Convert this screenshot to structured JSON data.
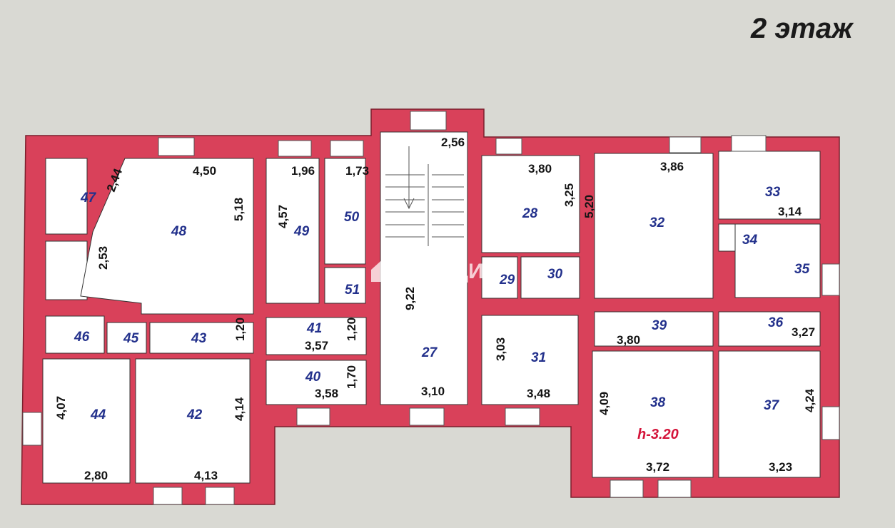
{
  "floor_label": "2 этаж",
  "watermark": "ВЛАДИС",
  "ceiling_height": "h-3.20",
  "colors": {
    "wall": "#d9415a",
    "room": "#ffffff",
    "background": "#d9d9d3",
    "room_number": "#23318c",
    "height_label": "#d4143a"
  },
  "rooms": [
    {
      "number": "27"
    },
    {
      "number": "28"
    },
    {
      "number": "29"
    },
    {
      "number": "30"
    },
    {
      "number": "31"
    },
    {
      "number": "32"
    },
    {
      "number": "33"
    },
    {
      "number": "34"
    },
    {
      "number": "35"
    },
    {
      "number": "36"
    },
    {
      "number": "37"
    },
    {
      "number": "38"
    },
    {
      "number": "39"
    },
    {
      "number": "40"
    },
    {
      "number": "41"
    },
    {
      "number": "42"
    },
    {
      "number": "43"
    },
    {
      "number": "44"
    },
    {
      "number": "45"
    },
    {
      "number": "46"
    },
    {
      "number": "47"
    },
    {
      "number": "48"
    },
    {
      "number": "49"
    },
    {
      "number": "50"
    },
    {
      "number": "51"
    }
  ],
  "dimensions": [
    "4,50",
    "5,18",
    "2,44",
    "2,53",
    "1,96",
    "1,73",
    "4,57",
    "2,56",
    "9,22",
    "3,10",
    "3,80",
    "3,25",
    "3,86",
    "5,20",
    "3,14",
    "3,03",
    "3,48",
    "3,80",
    "3,27",
    "4,09",
    "3,72",
    "3,23",
    "4,24",
    "3,57",
    "1,20",
    "1,20",
    "3,58",
    "1,70",
    "4,07",
    "2,80",
    "4,13",
    "4,14"
  ]
}
